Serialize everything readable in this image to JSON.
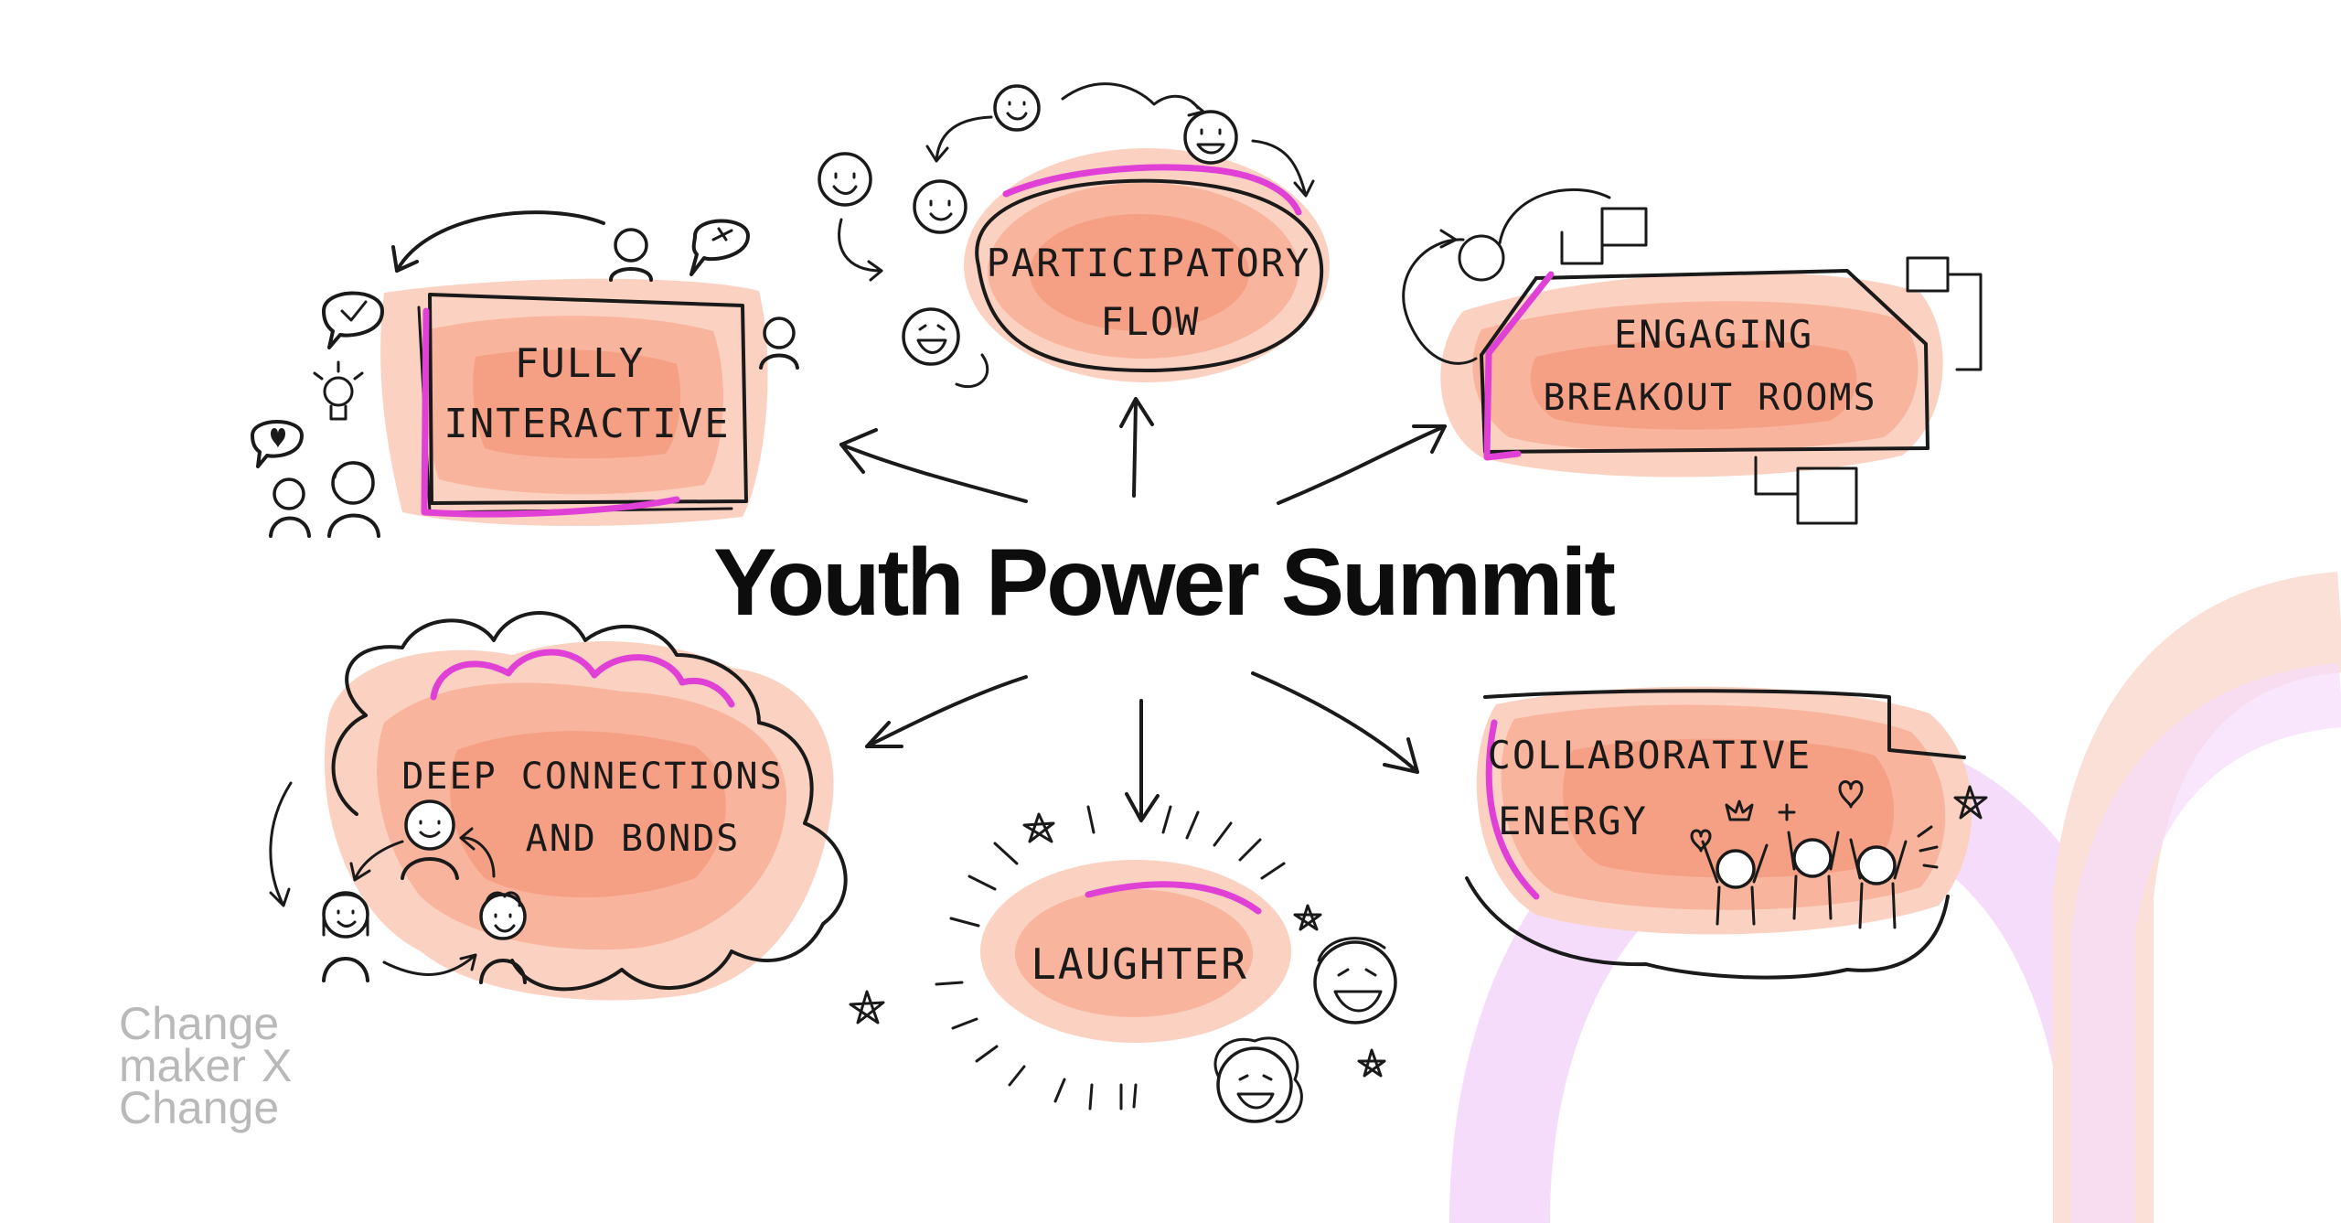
{
  "title": "Youth Power Summit",
  "nodes": {
    "fully_interactive": {
      "line1": "FULLY",
      "line2": "INTERACTIVE"
    },
    "participatory_flow": {
      "line1": "PARTICIPATORY",
      "line2": "FLOW"
    },
    "engaging_breakout": {
      "line1": "ENGAGING",
      "line2": "BREAKOUT ROOMS"
    },
    "deep_connections": {
      "line1": "DEEP CONNECTIONS",
      "line2": "AND  BONDS"
    },
    "laughter": {
      "line1": "LAUGHTER"
    },
    "collaborative_energy": {
      "line1": "COLLABORATIVE",
      "line2": "ENERGY"
    }
  },
  "logo": {
    "line1": "Change",
    "line2": "maker",
    "line2_mark": "X",
    "line3": "Change"
  },
  "colors": {
    "accent_magenta": "#e040d6",
    "wash_peach": "#fbd2c2",
    "wash_coral": "#f38f73",
    "arc_pink": "#fbe0d8",
    "arc_lilac": "#f6dcfb",
    "ink": "#1a1a1a"
  }
}
